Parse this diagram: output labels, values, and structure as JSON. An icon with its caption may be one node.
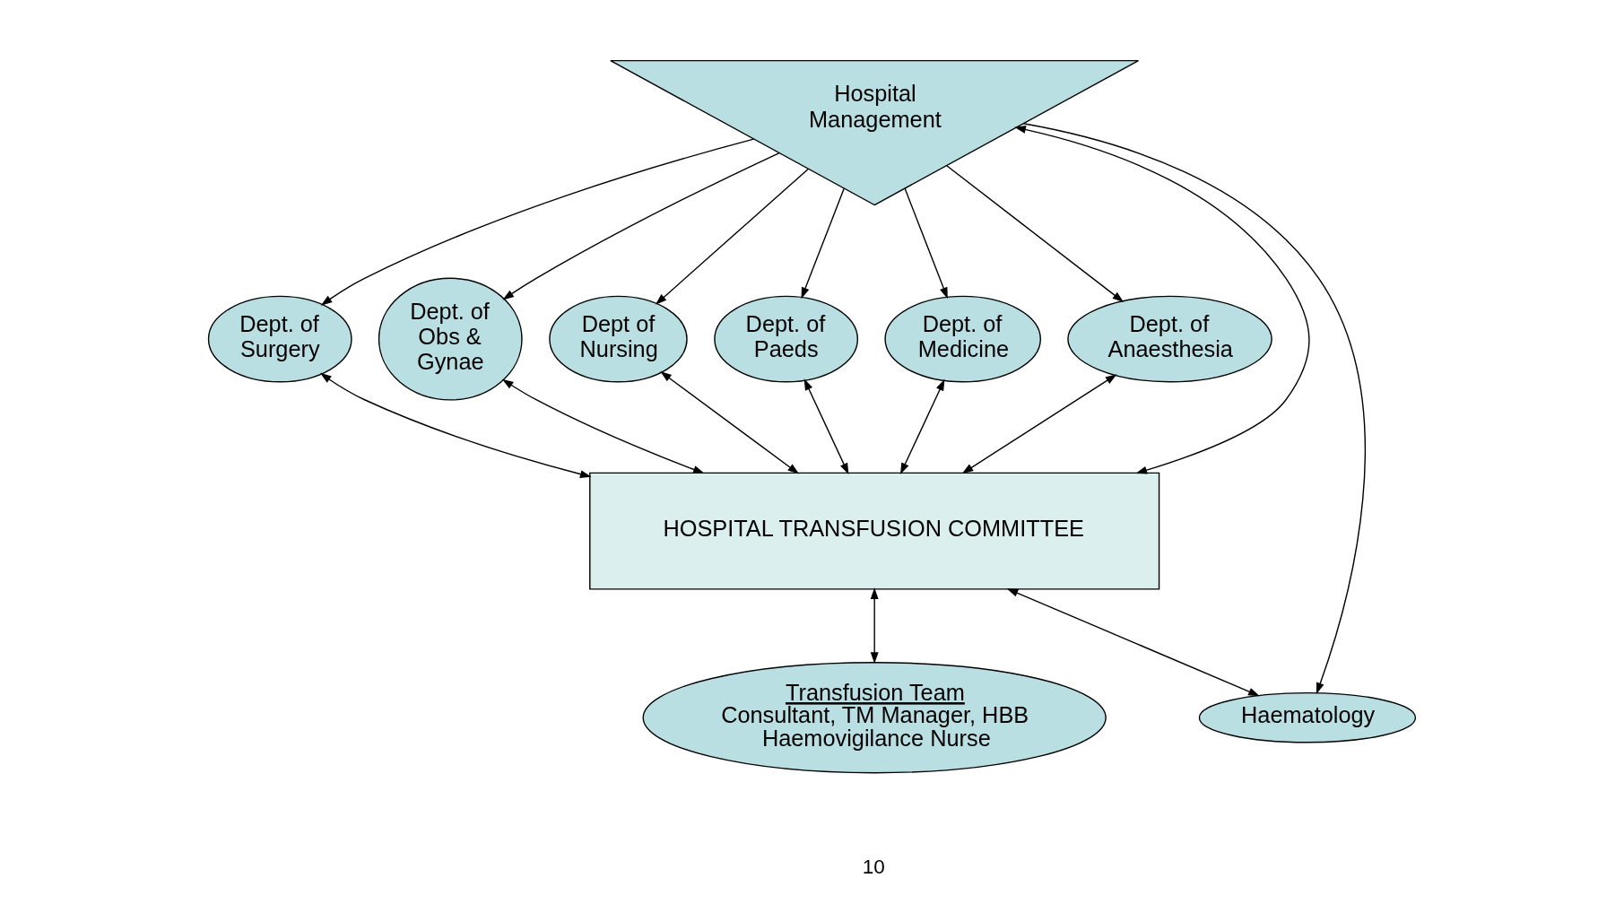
{
  "diagram": {
    "nodes": [
      {
        "text": [
          "Hospital Management"
        ]
      },
      {
        "text": [
          "Dept. of Surgery"
        ]
      },
      {
        "text": [
          "Dept. of Obs & Gynae"
        ]
      },
      {
        "text": [
          "Dept of Nursing"
        ]
      },
      {
        "text": [
          "Dept. of Paeds"
        ]
      },
      {
        "text": [
          "Dept. of Medicine"
        ]
      },
      {
        "text": [
          "Dept. of Anaesthesia"
        ]
      },
      {
        "text": [
          "HOSPITAL TRANSFUSION COMMITTEE"
        ]
      },
      {
        "text": [
          "Haematology"
        ]
      },
      {
        "text": [
          "Transfusion Team",
          "Consultant, TM Manager, HBB Haemovigilance Nurse"
        ]
      }
    ],
    "edges": [
      {
        "from": 0,
        "to": 1,
        "arrow": "to"
      },
      {
        "from": 0,
        "to": 2,
        "arrow": "to"
      },
      {
        "from": 0,
        "to": 3,
        "arrow": "to"
      },
      {
        "from": 0,
        "to": 4,
        "arrow": "to"
      },
      {
        "from": 0,
        "to": 5,
        "arrow": "to"
      },
      {
        "from": 0,
        "to": 6,
        "arrow": "to"
      },
      {
        "from": 0,
        "to": 8,
        "arrow": "to"
      },
      {
        "from": 0,
        "to": 7,
        "arrow": "both"
      },
      {
        "from": 1,
        "to": 7,
        "arrow": "both"
      },
      {
        "from": 2,
        "to": 7,
        "arrow": "both"
      },
      {
        "from": 3,
        "to": 7,
        "arrow": "both"
      },
      {
        "from": 4,
        "to": 7,
        "arrow": "both"
      },
      {
        "from": 5,
        "to": 7,
        "arrow": "both"
      },
      {
        "from": 6,
        "to": 7,
        "arrow": "both"
      },
      {
        "from": 7,
        "to": 8,
        "arrow": "both"
      },
      {
        "from": 7,
        "to": 9,
        "arrow": "both"
      }
    ],
    "labels": [
      "10"
    ]
  }
}
